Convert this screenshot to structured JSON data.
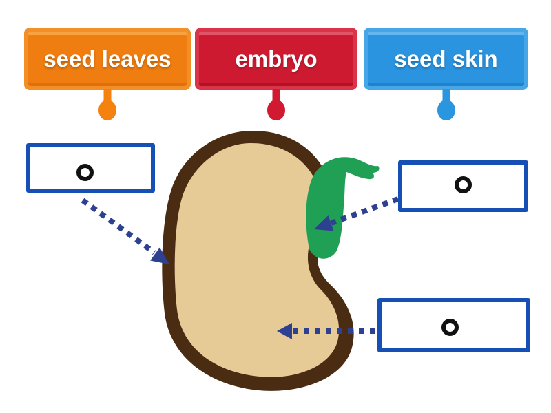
{
  "page": {
    "background": "#ffffff",
    "activity_kind": "labelled-diagram drag-and-drop"
  },
  "draggable_labels": [
    {
      "text": "seed leaves",
      "color": "#ef7d10"
    },
    {
      "text": "embryo",
      "color": "#ce1a31"
    },
    {
      "text": "seed skin",
      "color": "#2a94e0"
    }
  ],
  "drop_zones": [
    {
      "name": "zone-left",
      "marker": "circle-marker",
      "points_to": "seed outline left side"
    },
    {
      "name": "zone-top-right",
      "marker": "circle-marker",
      "points_to": "green sprout (embryo)"
    },
    {
      "name": "zone-bottom-right",
      "marker": "circle-marker",
      "points_to": "seed interior"
    }
  ],
  "diagram": {
    "subject": "bean seed with emerging sprout",
    "colors": {
      "seed_outline": "#4a2c13",
      "seed_fill": "#e7cb97",
      "sprout": "#1fa055",
      "arrow": "#2e4191",
      "zone_border": "#1750b4",
      "marker": "#111111"
    }
  }
}
